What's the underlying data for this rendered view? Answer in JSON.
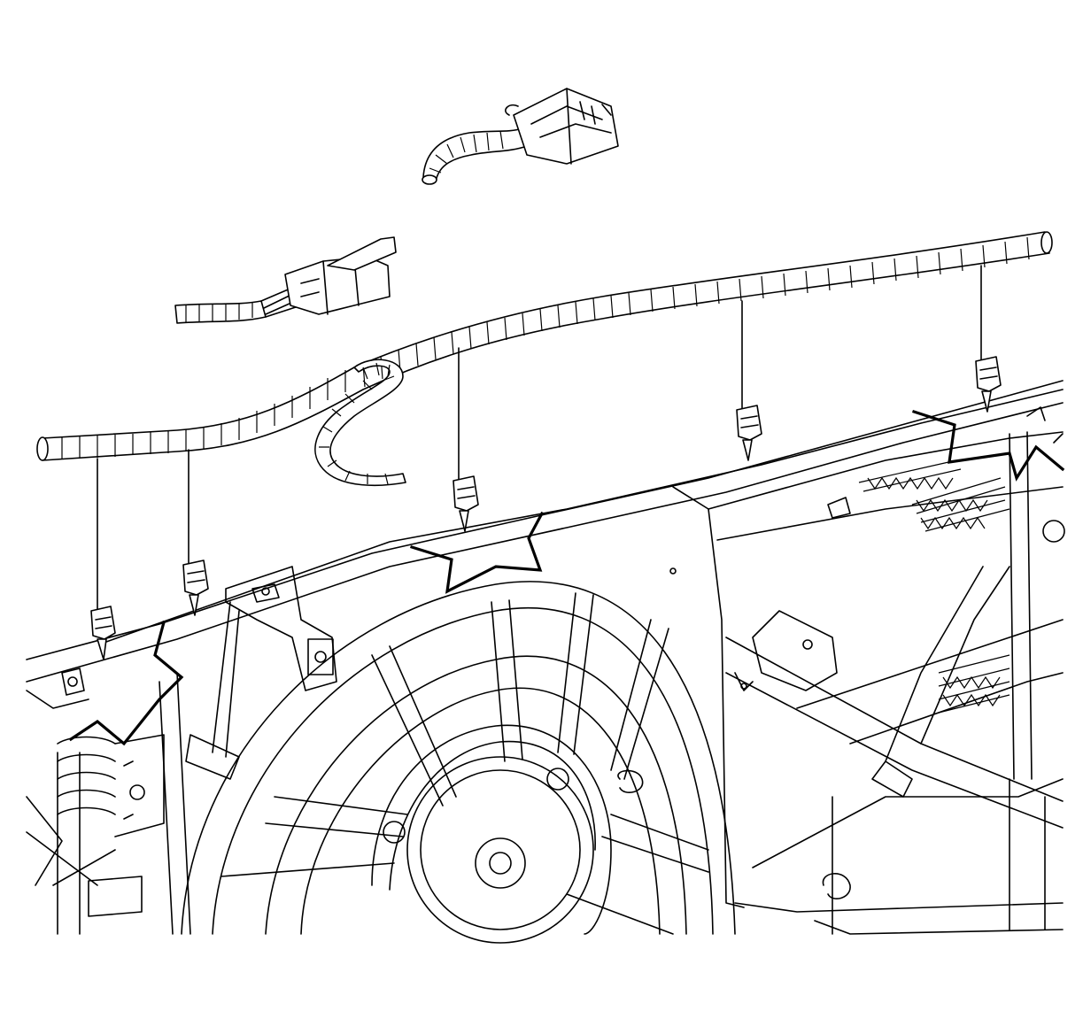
{
  "figure": {
    "type": "line-art technical illustration",
    "background": "#ffffff",
    "stroke_color": "#000000"
  },
  "parts": [
    {
      "name": "harness-connector-upper",
      "icon": "connector-icon"
    },
    {
      "name": "harness-connector-left",
      "icon": "connector-icon"
    },
    {
      "name": "wiring-harness-conduit",
      "icon": "corrugated-conduit-icon"
    },
    {
      "name": "harness-retainer-clip",
      "count": 5,
      "icon": "push-pin-clip-icon"
    },
    {
      "name": "fan-shroud",
      "icon": "shroud-icon"
    },
    {
      "name": "cooling-fan-blade",
      "icon": "fan-icon"
    },
    {
      "name": "fan-motor-hub",
      "icon": "hub-icon"
    },
    {
      "name": "radiator-support-frame",
      "icon": "frame-icon"
    }
  ]
}
